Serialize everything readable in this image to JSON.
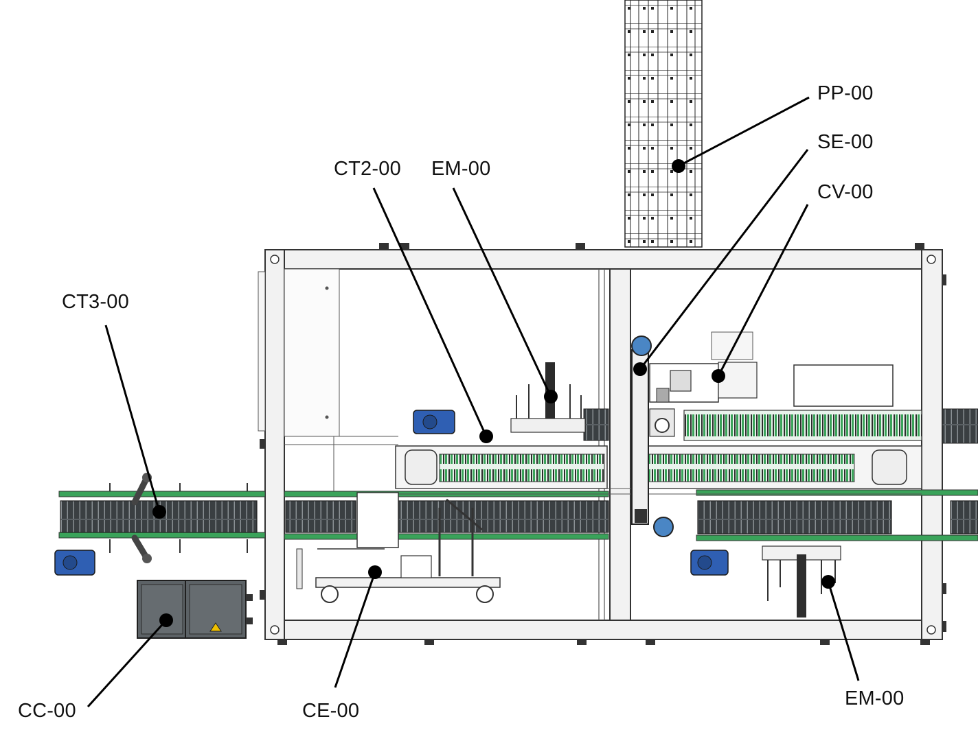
{
  "colors": {
    "frame": "#f2f2f2",
    "frame_stroke": "#333333",
    "chain": "#3a3f42",
    "rail_green": "#3aa35a",
    "motor_blue": "#2f5fb3",
    "cabinet": "#5c6266",
    "callout": "#000000"
  },
  "callouts": [
    {
      "id": "pp-00",
      "label": "PP-00"
    },
    {
      "id": "se-00",
      "label": "SE-00"
    },
    {
      "id": "cv-00",
      "label": "CV-00"
    },
    {
      "id": "ct2-00",
      "label": "CT2-00"
    },
    {
      "id": "em-00-top",
      "label": "EM-00"
    },
    {
      "id": "ct3-00",
      "label": "CT3-00"
    },
    {
      "id": "cc-00",
      "label": "CC-00"
    },
    {
      "id": "ce-00",
      "label": "CE-00"
    },
    {
      "id": "em-00-bottom",
      "label": "EM-00"
    }
  ]
}
